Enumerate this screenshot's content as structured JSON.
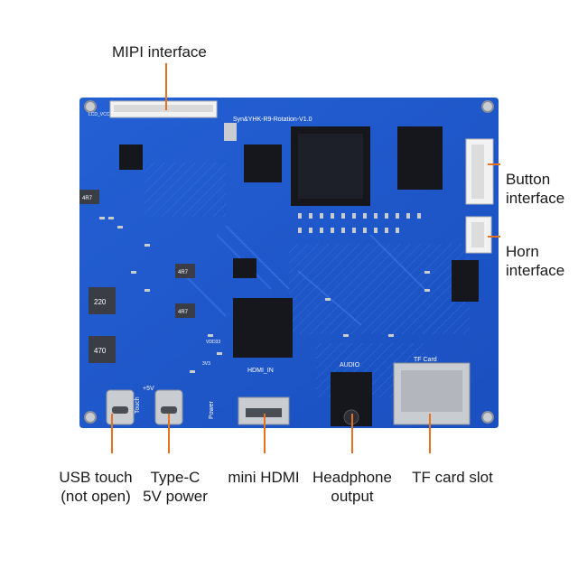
{
  "colors": {
    "pcb": "#1f56c8",
    "pcb_dark": "#163f9c",
    "trace": "#2d6be0",
    "chip": "#15171c",
    "connector_white": "#f2f2f2",
    "metal": "#c9ccd1",
    "callout": "#e8711f",
    "text": "#1a1a1a"
  },
  "board": {
    "silkscreen_title": "Syn&YHK-R9-Rotation-V1.0",
    "hdmi_silk": "HDMI_IN",
    "audio_silk": "AUDIO",
    "tf_silk": "TF Card",
    "touch_silk": "Touch",
    "plus5v_silk": "+5V",
    "power_silk": "Power",
    "inductor_1": "220",
    "inductor_2": "470",
    "inductor_3": "4R7",
    "inductor_4": "4R7",
    "inductor_5": "4R7",
    "lcd_silk": "LCD_VCC",
    "v33_silk": "VDD33",
    "v3_silk": "3V3"
  },
  "labels": {
    "mipi": "MIPI interface",
    "button_line1": "Button",
    "button_line2": "interface",
    "horn_line1": "Horn",
    "horn_line2": "interface",
    "usb_line1": "USB touch",
    "usb_line2": "(not open)",
    "typec_line1": "Type-C",
    "typec_line2": "5V power",
    "mini_hdmi": "mini HDMI",
    "headphone_line1": "Headphone",
    "headphone_line2": "output",
    "tf": "TF card slot"
  }
}
